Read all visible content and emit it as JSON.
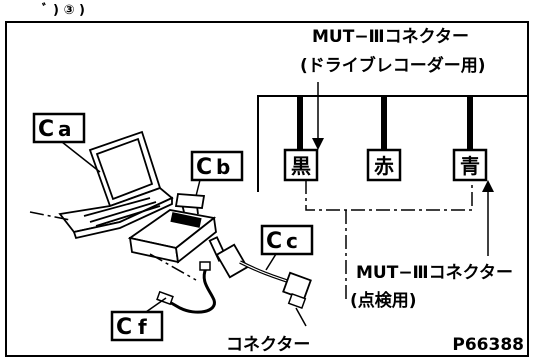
{
  "top_fragment": "ﾞ ) ③ )",
  "callouts": {
    "a": "a",
    "b": "b",
    "c": "c",
    "f": "f"
  },
  "mut_top": {
    "line1": "MUT−Ⅲコネクター",
    "line2": "(ドライブレコーダー用)"
  },
  "mut_bottom": {
    "line1": "MUT−Ⅲコネクター",
    "line2": "(点検用)"
  },
  "connectors": {
    "black": "黒",
    "red": "赤",
    "blue": "青"
  },
  "connector_label": "コネクター",
  "part_number": "P66388"
}
